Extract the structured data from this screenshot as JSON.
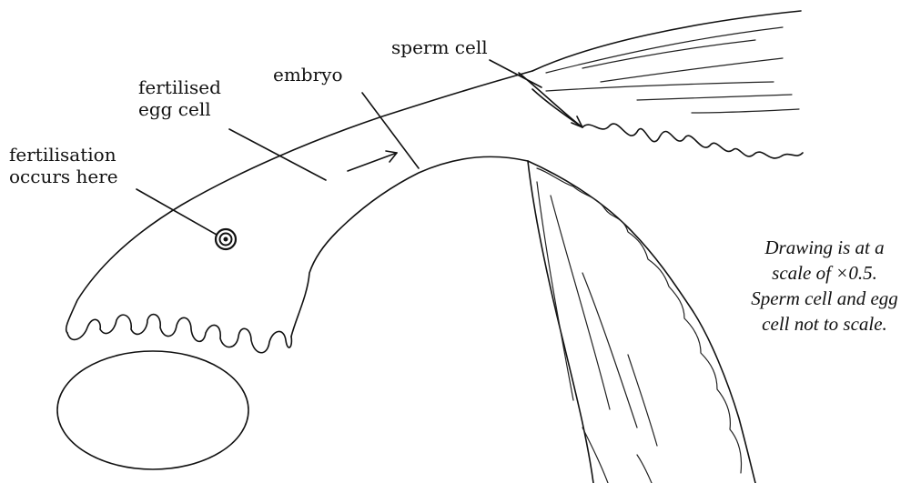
{
  "labels": {
    "sperm_cell": "sperm cell",
    "embryo": "embryo",
    "fertilised_line1": "fertilised",
    "fertilised_line2": "egg cell",
    "fertilisation_line1": "fertilisation",
    "fertilisation_line2": "occurs here"
  },
  "note": {
    "line1": "Drawing is at a",
    "line2": "scale of ×0.5.",
    "line3": "Sperm cell and egg",
    "line4": "cell not to scale."
  }
}
